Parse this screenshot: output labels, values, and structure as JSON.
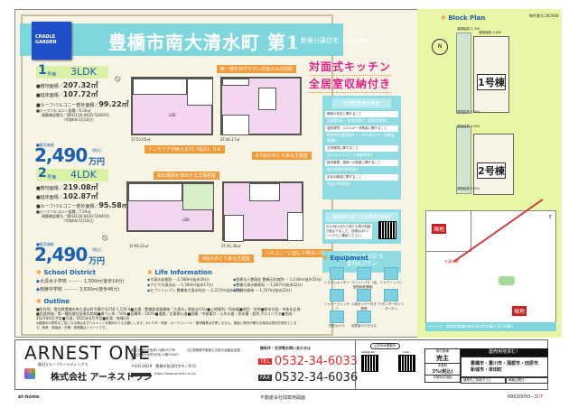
{
  "header": {
    "logo_line1": "CRADLE",
    "logo_line2": "GARDEN",
    "title": "豊橋市南大清水町 第1",
    "subtitle": "新築分譲住宅 ―全2棟―"
  },
  "units": [
    {
      "number": "1",
      "suffix": "号棟",
      "layout": "3LDK",
      "land_area_label": "■敷地面積",
      "land_area": "207.32㎡",
      "floor_area_label": "■延床面積",
      "floor_area": "107.72㎡",
      "balcony_outer_label": "■ルーフバルコニー部外面積",
      "balcony_outer": "99.22㎡",
      "balcony_label": "■ルーフバルコニー面積／6.50㎡",
      "cert_no": "建築確認番号／第H3126-0420-52839号",
      "cert_date": "（令和6年3月10日）",
      "price_label": "■販売価格",
      "price": "2,490",
      "price_unit": "万円",
      "tax_note": "（税込）",
      "floor1_label": "1F:53.05㎡",
      "floor2_label": "2F:46.17㎡",
      "callouts": [
        "統一感を作りやすい洋室のみの間取",
        "インテリアが映える21.7帖のＬＤＫ",
        "8.7帖のゆとりある主寝室"
      ]
    },
    {
      "number": "2",
      "suffix": "号棟",
      "layout": "4LDK",
      "land_area_label": "■敷地面積",
      "land_area": "219.08㎡",
      "floor_area_label": "■延床面積",
      "floor_area": "102.87㎡",
      "balcony_outer_label": "■ルーフバルコニー部外面積",
      "balcony_outer": "95.58㎡",
      "balcony_label": "■ルーフバルコニー面積／7.29㎡",
      "cert_no": "建築確認番号／第H3126-0420-52840号",
      "cert_date": "（令和6年3月10日）",
      "price_label": "■販売価格",
      "price": "2,490",
      "price_unit": "万円",
      "tax_note": "（税込）",
      "floor1_label": "1F:60.22㎡",
      "floor2_label": "2F:45.36㎡",
      "callouts": [
        "和の風情を演出する洋風和室",
        "8帖のゆとりある主寝室",
        "バルコニーに面した明るい洋室"
      ]
    }
  ],
  "catch": {
    "line1": "対面式キッチン",
    "line2": "全居室収納付き"
  },
  "performance": {
    "title": "住宅性能表示制度",
    "rows": [
      {
        "head": "構造の安定に関すること",
        "val": "耐震等級3・耐風等級2・耐積雪等級1"
      },
      {
        "head": "温熱環境・エネルギー消費量に関すること",
        "val": "断熱等性能等級5・一次エネルギー消費量等級6"
      },
      {
        "head": "空気環境に関すること",
        "val": "ホルムアルデヒド発散等級3"
      },
      {
        "head": "維持管理・更新への配慮に関すること",
        "val": "維持管理対策等級3"
      },
      {
        "head": "劣化の軽減に関すること",
        "val": "劣化対策等級3"
      }
    ]
  },
  "energy": {
    "title": "建築物の省エネ性能表示制度",
    "text": "2024年4月から新たな表示制度が始まりました。詳細はQRコードからご確認ください。"
  },
  "flat35": {
    "line1": "【フラット35】S",
    "line2": "金利Aプラン"
  },
  "school": {
    "title": "School District",
    "items": [
      {
        "name": "大清水小学校",
        "dist": "1,500m(徒歩19分)"
      },
      {
        "name": "南陵中学校",
        "dist": "3,630m(徒歩46分)"
      }
    ]
  },
  "life": {
    "title": "Life Information",
    "col1": [
      {
        "name": "大清水幼稚園",
        "dist": "1,588m(徒歩20分)"
      },
      {
        "name": "アピア大清水店",
        "dist": "1,300m(徒歩17分)"
      },
      {
        "name": "セブンイレブン 豊橋南大清水町店",
        "dist": "1,227m(徒歩16分)"
      }
    ],
    "col2": [
      {
        "name": "医療法人豊岡会 豊橋元町病院",
        "dist": "1,230m(徒歩16分)"
      },
      {
        "name": "豊橋大清水郵便局",
        "dist": "1,687m(徒歩22分)"
      },
      {
        "name": "野依台緑地",
        "dist": "1,707m(徒歩22分)"
      }
    ]
  },
  "outline": {
    "title": "Outline",
    "text1": "■所在地／愛知県豊橋市南大清水町字藤ケ谷156-1,156-4■交通／豊橋鉄道渥美線「大清水」駅徒歩23分■土地権利／所有権■地目／宅地■都市計画／市街化区域■用途地域／第一種低層住居専用地域■建ぺい率／50%■容積率／100%■道路／北東側公道■設備／中部電力・公共水道・浄化槽・個別プロパンガス■完成／2025年6月予定■引渡／2025年6月予定■駐車／各棟2台",
    "text2": "※建築中の物件をご覧になる際は必ずヘルメットを着用のうえお願いします。※ＬＤＫ・和室・カーテンレール・照明器具は付帯しません。図面と現況が異なる場合は現況を優先とします。家具・調度品・外構・家具類はイメージです。"
  },
  "equipment": {
    "title": "Equipment",
    "items": [
      "システムキッチン",
      "ユニットバス（浴室換気乾燥機）",
      "シャワートイレ",
      "シャワードレッサー",
      "人感センサー付き照明",
      "TVモニター付インターホン",
      "防犯カメラ",
      "全居室ペアガラス"
    ]
  },
  "block_plan": {
    "title": "Block Plan",
    "property_no": "物件番号:285908",
    "unit1_label": "1号棟",
    "unit2_label": "2号棟",
    "road_labels": [
      "道路幅員 5,700",
      "道路幅員 4,800",
      "道路幅員 4,300",
      "道路幅員 5,600",
      "道路幅員 5,600",
      "道路幅員 5,600"
    ],
    "road_type": "法42条1項1号道路"
  },
  "map": {
    "site_label": "現地",
    "inset_site_label": "現地",
    "station": "大清水駅",
    "navi": "カーナビ：愛知県豊橋市南大清水町字藤ケ谷156番1"
  },
  "footer": {
    "brand": "ARNEST ONE",
    "group": "飯田グループホールディングス",
    "company": "株式会社 アーネストワン",
    "license1": "国土交通大臣免許(3)第6317号",
    "license2": "国土交通大臣許可(特-3)第20942号",
    "assoc": "(社)首都圏不動産公正取引協議会加盟",
    "postal": "〒441-8019",
    "address": "豊橋市花田町字中ノ坪31",
    "url": "https://www.arnest1.co.jp/",
    "contact_label": "諸条件・交渉等お問い合わせは",
    "tel_tag": "TEL",
    "tel": "0532-34-6033",
    "fax_tag": "FAX",
    "fax": "0532-34-6036",
    "official": "公式SNS更新中",
    "instagram": "Instagram",
    "note": "note",
    "transaction_label": "取引態様",
    "transaction": "売主",
    "fee_label": "手数料",
    "fee": "3%(税込)",
    "consult_label": "手数料応相談",
    "region_header": "建売用地求む！",
    "region": "豊橋市・豊川市・蒲郡市・田原市 新城市・幸田町",
    "conditions": "諸条件ご相談下さい",
    "info_date": "情報公開日／",
    "bottom_left": "at-home",
    "bottom_center": "不動産会社間専用図面",
    "code": "68630050−3",
    "code_suffix": "CF"
  }
}
